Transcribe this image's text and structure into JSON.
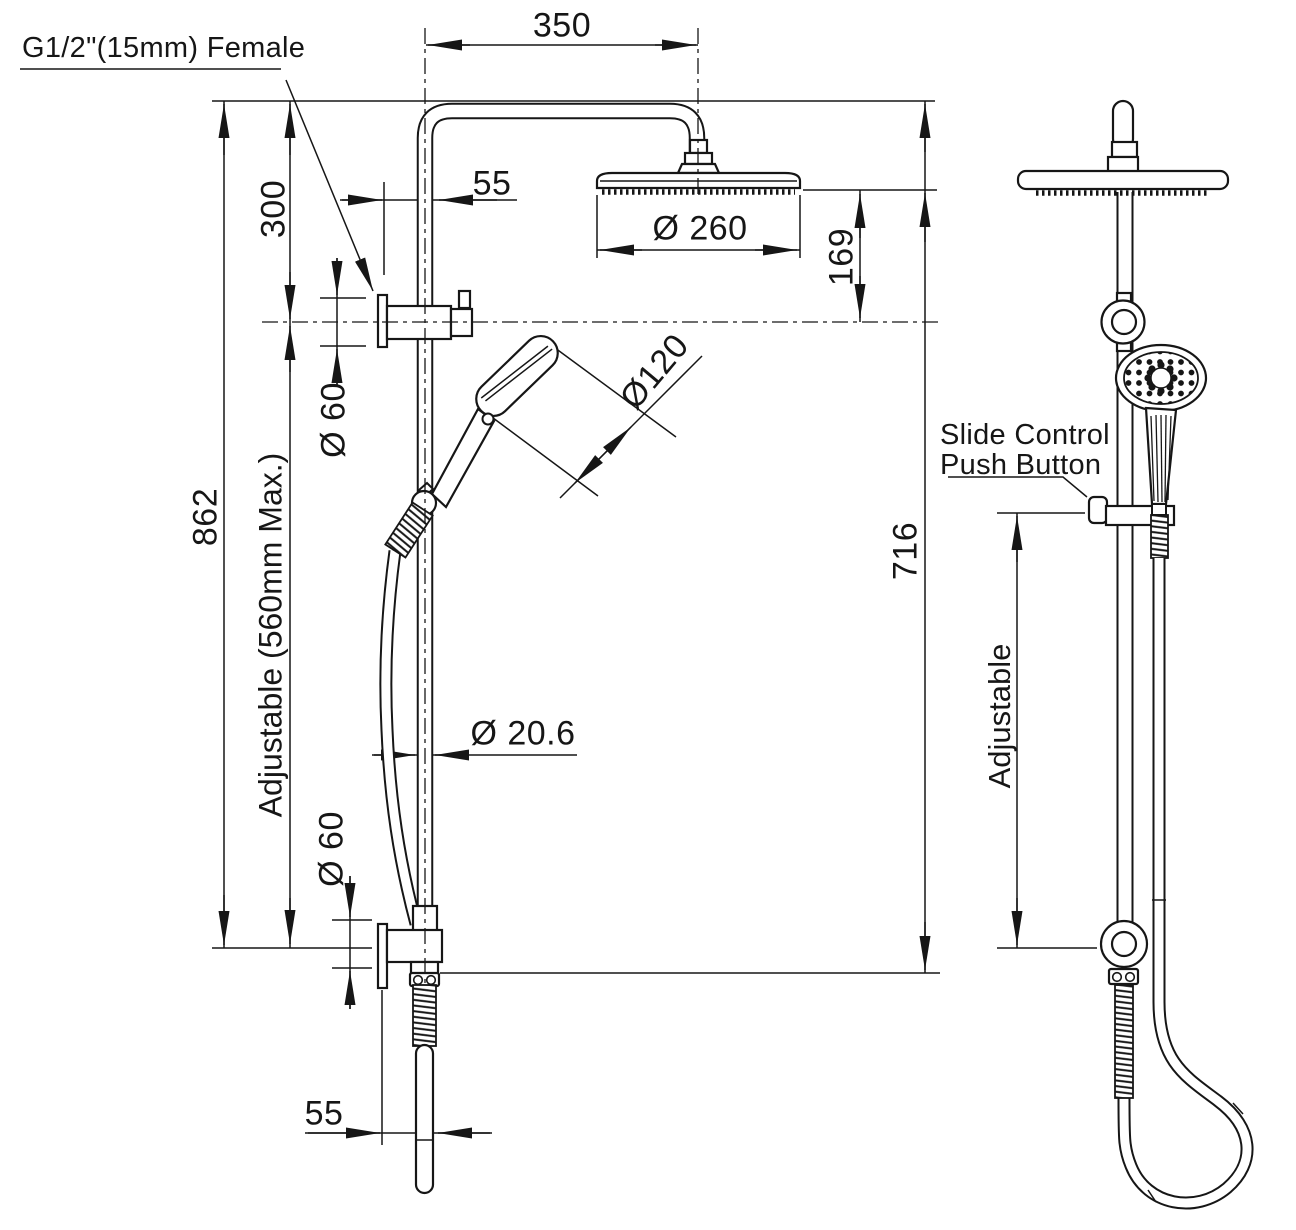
{
  "front_view": {
    "dimensions": {
      "arm_reach": "350",
      "arm_offset": "55",
      "inlet_height": "300",
      "overhead_diameter": "Ø 260",
      "head_drop": "169",
      "inlet_flange_diameter": "Ø 60",
      "overall_height": "862",
      "adjustable_range": "Adjustable (560mm Max.)",
      "handshower_diameter": "Ø120",
      "rail_diameter": "Ø 20.6",
      "outlet_flange_diameter": "Ø 60",
      "outlet_offset": "55",
      "rail_height": "716"
    },
    "labels": {
      "inlet_spec": "G1/2\"(15mm) Female"
    }
  },
  "side_view": {
    "labels": {
      "slide_control": "Slide Control",
      "push_button": "Push Button",
      "adjustable": "Adjustable"
    }
  },
  "style": {
    "line_color": "#161616",
    "background": "#ffffff"
  }
}
